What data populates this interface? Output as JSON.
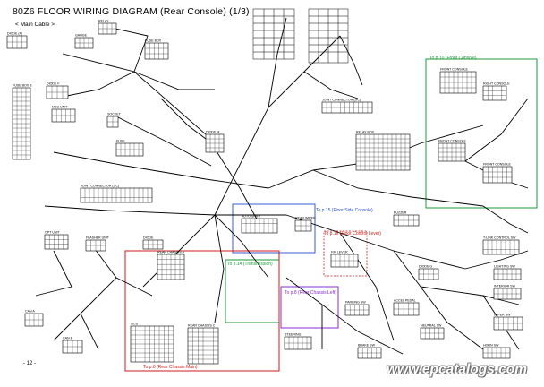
{
  "header": {
    "title": "80Z6 FLOOR WIRING DIAGRAM (Rear Console) (1/3)",
    "subtitle": "< Main Cable >"
  },
  "footer": {
    "page_number": "- 12 -",
    "watermark": "www.epcatalogs.com"
  },
  "annotations": {
    "front_console": "To p.10 (Front Console)",
    "floor_side_console": "To p.15 (Floor Side Console)",
    "floor_control_lever": "To p.16 (Floor Control Lever)",
    "transmission": "To p.14 (Transmission)",
    "rear_chassis_left": "To p.8 (Rear Chassis Left)",
    "rear_chassis_main": "To p.6 (Rear Chassis Main)"
  },
  "connectors": {
    "c1": "DIODE (A)",
    "c2": "GAUGE",
    "c3": "RELAY",
    "c4": "FUSE BOX",
    "c5": "FUSE BOX B",
    "c6": "DIODE F",
    "c7": "MCU UNIT",
    "c8": "FRONT CONSOLE",
    "c9": "RIGHT CONSOLE",
    "c10": "JOINT CONNECTOR (J/C)",
    "c11": "RELAY BOX",
    "c12": "FRONT CONSOLE",
    "c13": "FRONT CONSOLE",
    "c14": "JOINT CONNECTOR (J/C)",
    "c15": "FUSE",
    "c16": "FLASHER UNIT",
    "c17": "DIODE",
    "c18": "OPT UNIT",
    "c19": "REAR CHASSIS A",
    "c20": "REAR CHASSIS C",
    "c21": "MCU",
    "c22": "DIODE M",
    "c23": "T-LINK CONTROL SW",
    "c24": "LIGHTING SW",
    "c25": "INTERIOR SW",
    "c26": "WIPER SW",
    "c27": "HORN SW",
    "c28": "SOCKET",
    "c29": "CAN A",
    "c30": "CAN B",
    "c31": "PARKING SW",
    "c32": "ACCEL PEDAL",
    "c33": "NEUTRAL SW",
    "c34": "STEERING",
    "c35": "BRAKE SW",
    "c36": "DIODE G",
    "c37": "F/R LEVER",
    "c38": "AUTO SHIFT",
    "c39": "REAR WIPER",
    "c40": "BUZZER"
  },
  "colors": {
    "line": "#000000",
    "blue_box": "#3b5bd6",
    "red_box": "#d11a1a",
    "green_box": "#1c9a3c",
    "purple_box": "#8a2bd0",
    "note_red": "#d11a1a",
    "note_blue": "#2b4fd6",
    "note_green": "#1c9a3c",
    "note_purple": "#8a2bd0"
  }
}
